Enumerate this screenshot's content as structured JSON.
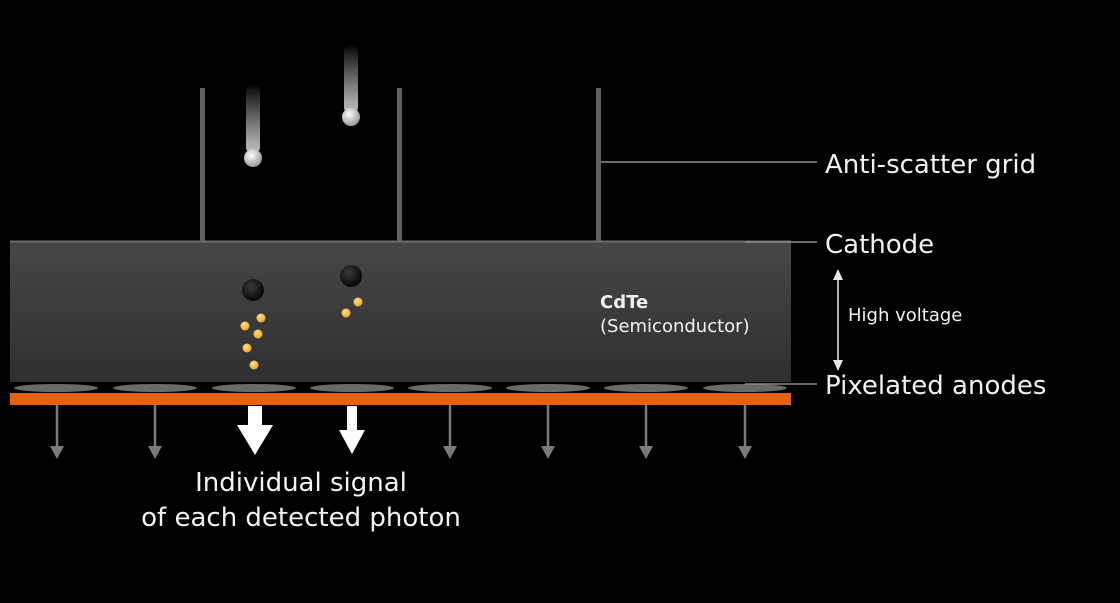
{
  "labels": {
    "grid": "Anti-scatter grid",
    "cathode": "Cathode",
    "voltage": "High voltage",
    "anodes": "Pixelated anodes"
  },
  "material": {
    "name": "CdTe",
    "type": "(Semiconductor)"
  },
  "caption": {
    "line1": "Individual signal",
    "line2": "of each detected photon"
  },
  "colors": {
    "background": "#000000",
    "semiconductor": "#3a3a3a",
    "anode_strip": "#e8620e",
    "charge": "#f5b030",
    "grid_lines": "#6a6a6a"
  }
}
